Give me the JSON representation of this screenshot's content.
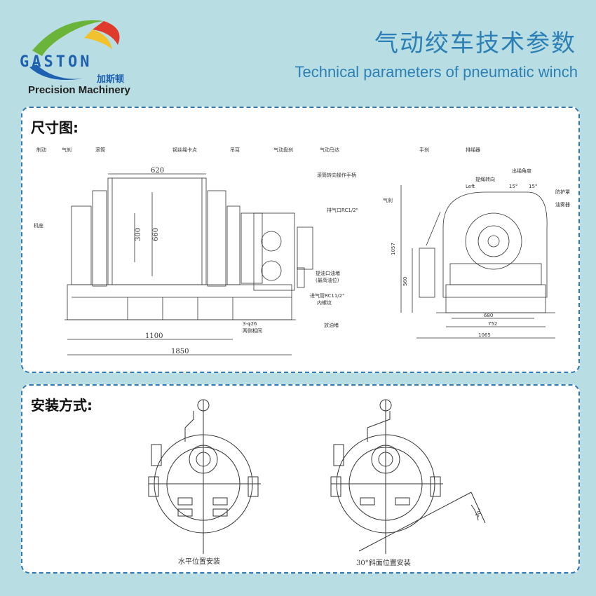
{
  "logo": {
    "brand": "GASTON",
    "brand_cn": "加斯顿",
    "sub": "Precision Machinery",
    "colors": {
      "blue": "#1d61b0",
      "green": "#6bb43a",
      "red": "#e03a2c",
      "yellow": "#f2c12e"
    }
  },
  "title": {
    "cn": "气动绞车技术参数",
    "en": "Technical parameters of pneumatic winch"
  },
  "dimension_panel": {
    "label": "尺寸图:",
    "front_view": {
      "callouts": [
        "制动",
        "气刹",
        "滚筒",
        "钢丝绳卡点",
        "吊耳",
        "气动盘刹",
        "气动马达",
        "滚筒转向操作手柄",
        "排气口RC1/2\"",
        "机座",
        "提油口油堵",
        "(最高油位)",
        "进气管RC11/2\"",
        "内螺纹",
        "放油堵",
        "3-φ26",
        "两侧相同"
      ],
      "dims": [
        "620",
        "300",
        "660",
        "1100",
        "1850"
      ]
    },
    "side_view": {
      "callouts": [
        "手刹",
        "排绳器",
        "出绳角度",
        "提绳转向",
        "Left",
        "15°",
        "15°",
        "防护罩",
        "油雾器",
        "气刹"
      ],
      "dims": [
        "1057",
        "560",
        "680",
        "752",
        "1065"
      ]
    }
  },
  "install_panel": {
    "label": "安装方式:",
    "captions": [
      "水平位置安装",
      "30°斜面位置安装"
    ],
    "angle": "30°"
  }
}
